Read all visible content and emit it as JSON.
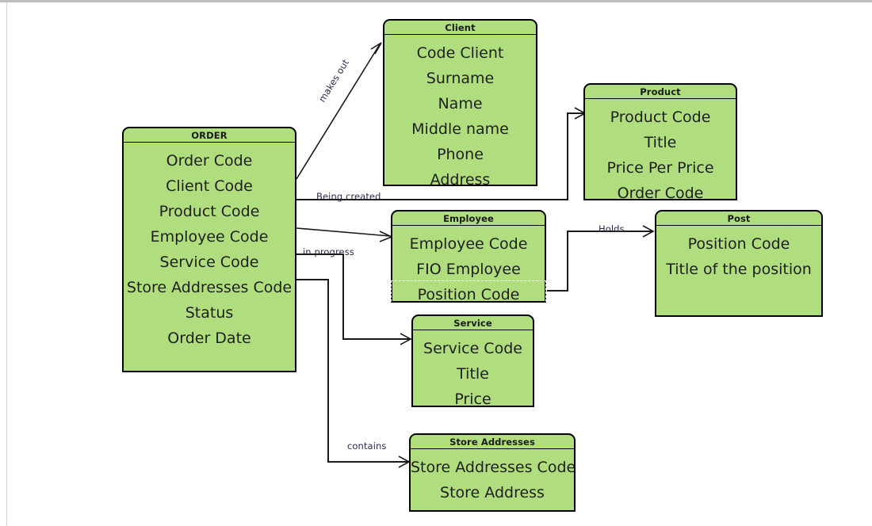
{
  "diagram": {
    "type": "entity-relationship-diagram",
    "entity_fill_color": "#b0dd7e",
    "entity_border_color": "#000000",
    "label_color": "#2b2b52",
    "canvas_background": "#ffffff"
  },
  "entities": [
    {
      "id": "order",
      "title": "ORDER",
      "attributes": [
        "Order Code",
        "Client Code",
        "Product Code",
        "Employee Code",
        "Service Code",
        "Store Addresses Code",
        "Status",
        "Order Date"
      ]
    },
    {
      "id": "client",
      "title": "Client",
      "attributes": [
        "Code Client",
        "Surname",
        "Name",
        "Middle name",
        "Phone",
        "Address"
      ]
    },
    {
      "id": "product",
      "title": "Product",
      "attributes": [
        "Product Code",
        "Title",
        "Price Per Price",
        "Order Code"
      ]
    },
    {
      "id": "employee",
      "title": "Employee",
      "attributes": [
        "Employee Code",
        "FIO Employee",
        "Position Code"
      ],
      "selected_attribute": "Position Code"
    },
    {
      "id": "post",
      "title": "Post",
      "attributes": [
        "Position Code",
        "Title of the position"
      ]
    },
    {
      "id": "service",
      "title": "Service",
      "attributes": [
        "Service Code",
        "Title",
        "Price"
      ]
    },
    {
      "id": "store_addresses",
      "title": "Store Addresses",
      "attributes": [
        "Store Addresses Code",
        "Store Address"
      ]
    }
  ],
  "relationships": [
    {
      "id": "makes_out",
      "label": "makes out",
      "from": "order",
      "to": "client"
    },
    {
      "id": "being_created",
      "label": "Being created",
      "from": "order",
      "to": "product"
    },
    {
      "id": "in_progress",
      "label": "in progress",
      "from": "order",
      "to": "employee"
    },
    {
      "id": "holds",
      "label": "Holds",
      "from": "employee",
      "to": "post"
    },
    {
      "id": "service_rel",
      "label": "",
      "from": "order",
      "to": "service"
    },
    {
      "id": "contains",
      "label": "contains",
      "from": "order",
      "to": "store_addresses"
    }
  ]
}
